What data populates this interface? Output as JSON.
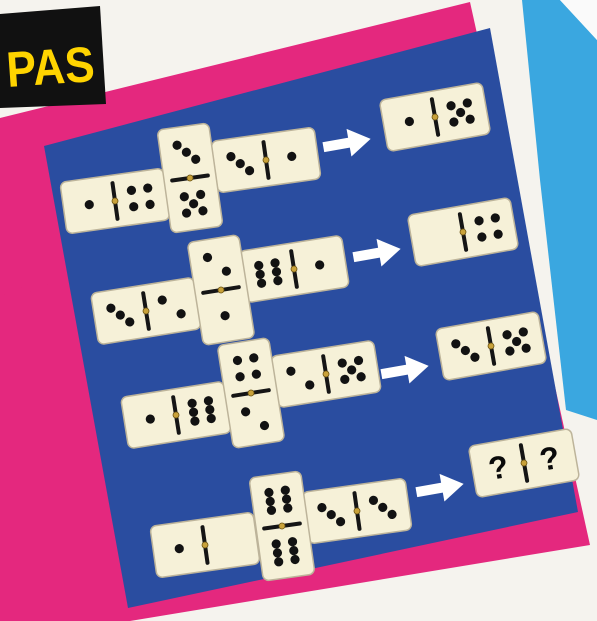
{
  "badge": {
    "text": "PAS"
  },
  "colors": {
    "page": "#f5f3ee",
    "magenta": "#e4287e",
    "blue_board": "#2a4da0",
    "cyan_stripe": "#3aa7e0",
    "domino_face": "#f6f1d8",
    "pip": "#121212",
    "badge_bg": "#111111",
    "badge_text": "#ffd400"
  },
  "puzzle": {
    "rows": [
      {
        "cross": {
          "left": [
            1,
            4
          ],
          "center": [
            3,
            5
          ],
          "right": [
            3,
            1
          ]
        },
        "answer": [
          1,
          5
        ],
        "answer_text": null
      },
      {
        "cross": {
          "left": [
            3,
            2
          ],
          "center": [
            2,
            1
          ],
          "right": [
            6,
            1
          ]
        },
        "answer": [
          0,
          4
        ],
        "answer_text": null
      },
      {
        "cross": {
          "left": [
            1,
            6
          ],
          "center": [
            4,
            2
          ],
          "right": [
            2,
            5
          ]
        },
        "answer": [
          3,
          5
        ],
        "answer_text": null
      },
      {
        "cross": {
          "left": [
            1,
            0
          ],
          "center": [
            6,
            6
          ],
          "right": [
            3,
            3
          ]
        },
        "answer": null,
        "answer_text": [
          "?",
          "?"
        ]
      }
    ]
  }
}
